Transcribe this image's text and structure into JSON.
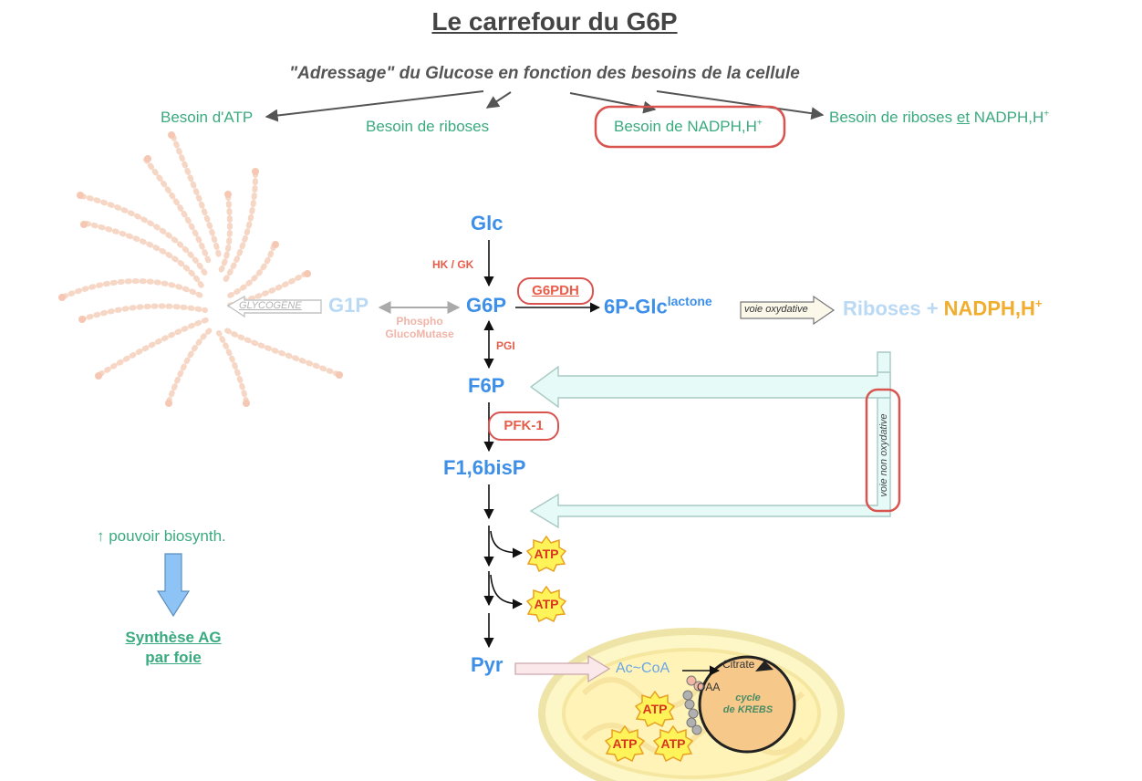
{
  "title": "Le carrefour du G6P",
  "subtitle": "\"Adressage\" du Glucose en fonction des besoins de la cellule",
  "needs": {
    "atp": "Besoin d'ATP",
    "riboses": "Besoin de riboses",
    "nadph": "Besoin de NADPH,H",
    "nadph_sup": "+",
    "both_pre": "Besoin de riboses ",
    "both_et": "et",
    "both_post": " NADPH,H",
    "both_sup": "+"
  },
  "metabolites": {
    "glc": "Glc",
    "g6p": "G6P",
    "g1p": "G1P",
    "f6p": "F6P",
    "f16bp": "F1,6bisP",
    "pyr": "Pyr",
    "sixpglc": "6P-Glc",
    "lactone": "lactone",
    "riboses": "Riboses + ",
    "nadph": "NADPH,H",
    "nadph_sup": "+"
  },
  "enzymes": {
    "hkgk": "HK / GK",
    "g6pdh": "G6PDH",
    "pgi": "PGI",
    "pfk1": "PFK-1",
    "pgm_1": "Phospho",
    "pgm_2": "GlucoMutase"
  },
  "labels": {
    "glycogene": "GLYCOGÈNE",
    "voie_oxydative": "voie oxydative",
    "voie_non_oxydative": "voie non oxydative",
    "biosynth": "↑ pouvoir biosynth.",
    "synthese_1": "Synthèse AG",
    "synthese_2": "par foie",
    "atp": "ATP",
    "accoa": "Ac~CoA",
    "citrate": "Citrate",
    "oaa": "OAA",
    "cycle_1": "cycle",
    "cycle_2": "de KREBS"
  },
  "colors": {
    "metabolite": "#3d8fe8",
    "enzyme": "#e85c4a",
    "need": "#3aaa80",
    "highlight": "#d9534f",
    "nadph": "#f0ad2e",
    "faded": "#b9d9f4"
  }
}
